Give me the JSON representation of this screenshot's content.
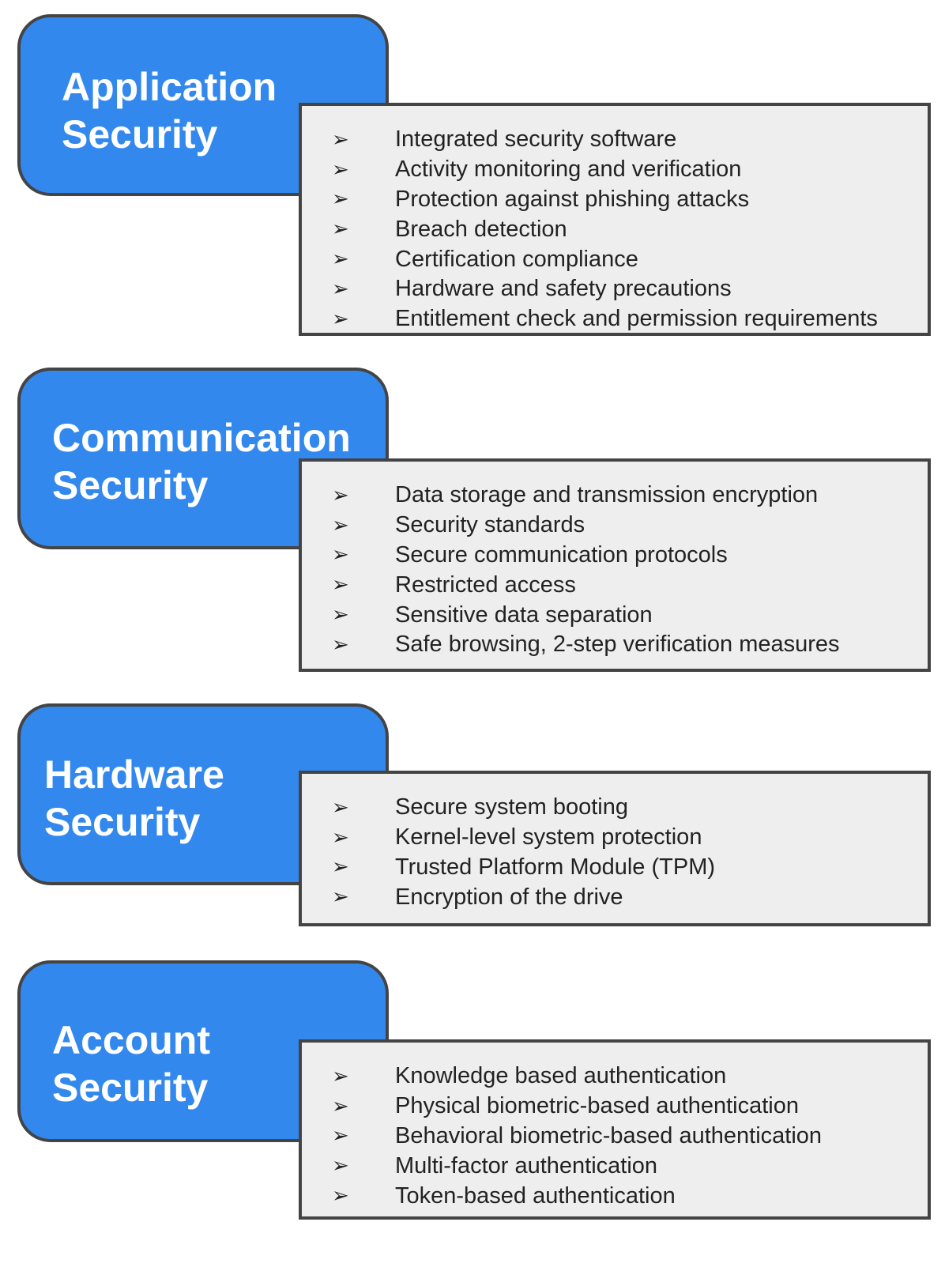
{
  "bullet_glyph": "➢",
  "colors": {
    "tab_fill": "#3388ee",
    "panel_fill": "#eeeeee",
    "border": "#444444",
    "title_text": "#ffffff"
  },
  "sections": [
    {
      "title": "Application\nSecurity",
      "items": [
        "Integrated security software",
        "Activity monitoring and verification",
        "Protection against phishing attacks",
        "Breach detection",
        "Certification compliance",
        "Hardware and safety precautions",
        "Entitlement check and permission requirements"
      ]
    },
    {
      "title": "Communication\nSecurity",
      "items": [
        "Data storage and transmission encryption",
        "Security standards",
        "Secure communication protocols",
        "Restricted access",
        "Sensitive data separation",
        "Safe browsing, 2-step verification measures"
      ]
    },
    {
      "title": "Hardware\nSecurity",
      "items": [
        "Secure system booting",
        "Kernel-level system protection",
        "Trusted Platform Module (TPM)",
        "Encryption of the drive"
      ]
    },
    {
      "title": "Account\nSecurity",
      "items": [
        "Knowledge based authentication",
        "Physical biometric-based authentication",
        "Behavioral biometric-based authentication",
        "Multi-factor authentication",
        "Token-based authentication"
      ]
    }
  ]
}
